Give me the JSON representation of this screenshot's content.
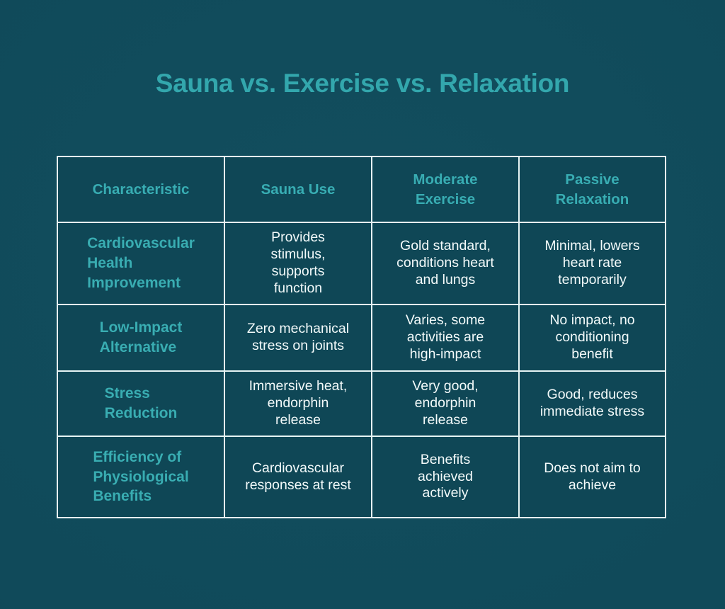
{
  "title": "Sauna vs. Exercise vs. Relaxation",
  "colors": {
    "background": "#104a5a",
    "accent_teal": "#33a7ad",
    "row_label_teal": "#39adb2",
    "body_text": "#f3fafa",
    "grid_line": "#e7f4f4"
  },
  "chart_data": {
    "type": "table",
    "title": "Sauna vs. Exercise vs. Relaxation",
    "columns": [
      "Characteristic",
      "Sauna Use",
      "Moderate Exercise",
      "Passive Relaxation"
    ],
    "rows": [
      [
        "Cardiovascular Health Improvement",
        "Provides stimulus, supports function",
        "Gold standard, conditions heart and lungs",
        "Minimal, lowers heart rate temporarily"
      ],
      [
        "Low-Impact Alternative",
        "Zero mechanical stress on joints",
        "Varies, some activities are high-impact",
        "No impact, no conditioning benefit"
      ],
      [
        "Stress Reduction",
        "Immersive heat, endorphin release",
        "Very good, endorphin release",
        "Good, reduces immediate stress"
      ],
      [
        "Efficiency of Physiological Benefits",
        "Cardiovascular responses at rest",
        "Benefits achieved actively",
        "Does not aim to achieve"
      ]
    ]
  },
  "display": {
    "headers": [
      "Characteristic",
      "Sauna Use",
      "Moderate\nExercise",
      "Passive\nRelaxation"
    ],
    "rows": [
      {
        "label": "Cardiovascular\nHealth\nImprovement",
        "cells": [
          "Provides\nstimulus,\nsupports\nfunction",
          "Gold standard,\nconditions heart\nand lungs",
          "Minimal, lowers\nheart rate\ntemporarily"
        ]
      },
      {
        "label": "Low-Impact\nAlternative",
        "cells": [
          "Zero mechanical\nstress on joints",
          "Varies, some\nactivities are\nhigh-impact",
          "No impact, no\nconditioning\nbenefit"
        ]
      },
      {
        "label": "Stress\nReduction",
        "cells": [
          "Immersive heat,\nendorphin\nrelease",
          "Very good,\nendorphin\nrelease",
          "Good, reduces\nimmediate stress"
        ]
      },
      {
        "label": "Efficiency of\nPhysiological\nBenefits",
        "cells": [
          "Cardiovascular\nresponses at rest",
          "Benefits\nachieved\nactively",
          "Does not aim to\nachieve"
        ]
      }
    ]
  }
}
